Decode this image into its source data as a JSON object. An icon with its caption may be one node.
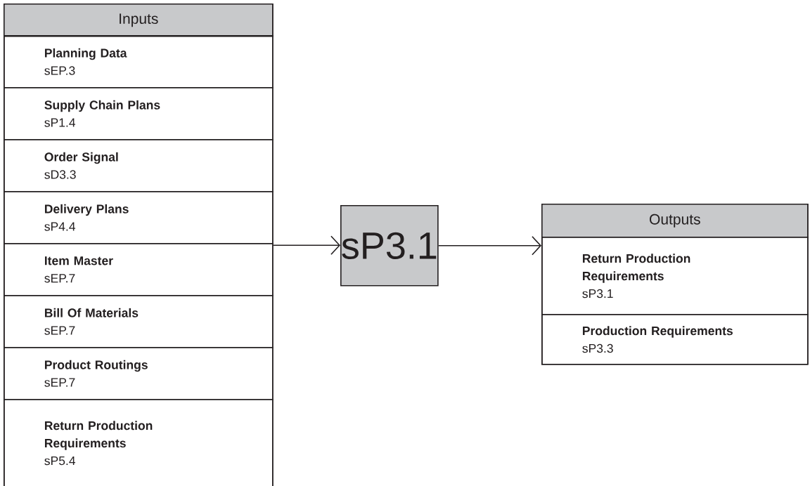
{
  "diagram": {
    "nodes": [
      {
        "text": [
          "Inputs"
        ]
      },
      {
        "text": [
          "Planning Data",
          "sEP.3"
        ],
        "in": 0
      },
      {
        "text": [
          "Supply Chain Plans",
          "sP1.4"
        ],
        "in": 0
      },
      {
        "text": [
          "Order Signal",
          "sD3.3"
        ],
        "in": 0
      },
      {
        "text": [
          "Delivery Plans",
          "sP4.4"
        ],
        "in": 0
      },
      {
        "text": [
          "Item Master",
          "sEP.7"
        ],
        "in": 0
      },
      {
        "text": [
          "Bill Of Materials",
          "sEP.7"
        ],
        "in": 0
      },
      {
        "text": [
          "Product Routings",
          "sEP.7"
        ],
        "in": 0
      },
      {
        "text": [
          "Return Production Requirements",
          "sP5.4"
        ],
        "in": 0
      },
      {
        "text": [
          "sP3.1"
        ]
      },
      {
        "text": [
          "Outputs"
        ]
      },
      {
        "text": [
          "Return Production Requirements",
          "sP3.1"
        ],
        "in": 10
      },
      {
        "text": [
          "Production Requirements",
          "sP3.3"
        ],
        "in": 10
      }
    ],
    "edges": [
      {
        "from": 0,
        "to": 9,
        "arrow": "to"
      },
      {
        "from": 9,
        "to": 10,
        "arrow": "to"
      }
    ]
  }
}
